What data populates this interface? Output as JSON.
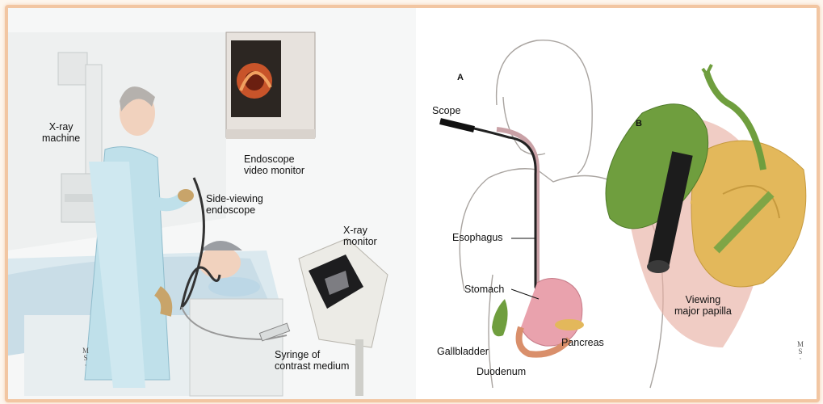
{
  "colors": {
    "border": "#f2c6a2",
    "gown": "#bfe0ea",
    "skin": "#f1d2be",
    "gallbladder": "#6f9e3e",
    "pancreas": "#e3b85b",
    "stomach": "#e9a2ad"
  },
  "left_panel": {
    "labels": {
      "xray_machine": [
        "X-ray",
        "machine"
      ],
      "endoscope_monitor": [
        "Endoscope",
        "video monitor"
      ],
      "side_viewing": [
        "Side-viewing",
        "endoscope"
      ],
      "xray_monitor": [
        "X-ray",
        "monitor"
      ],
      "syringe": [
        "Syringe of",
        "contrast medium"
      ]
    }
  },
  "right_panel": {
    "section_a": "A",
    "section_b": "B",
    "labels": {
      "scope": "Scope",
      "esophagus": "Esophagus",
      "stomach": "Stomach",
      "gallbladder": "Gallbladder",
      "pancreas": "Pancreas",
      "duodenum": "Duodenum",
      "viewing": [
        "Viewing",
        "major papilla"
      ]
    }
  },
  "icons": [
    "signature-mark-left",
    "signature-mark-right"
  ]
}
